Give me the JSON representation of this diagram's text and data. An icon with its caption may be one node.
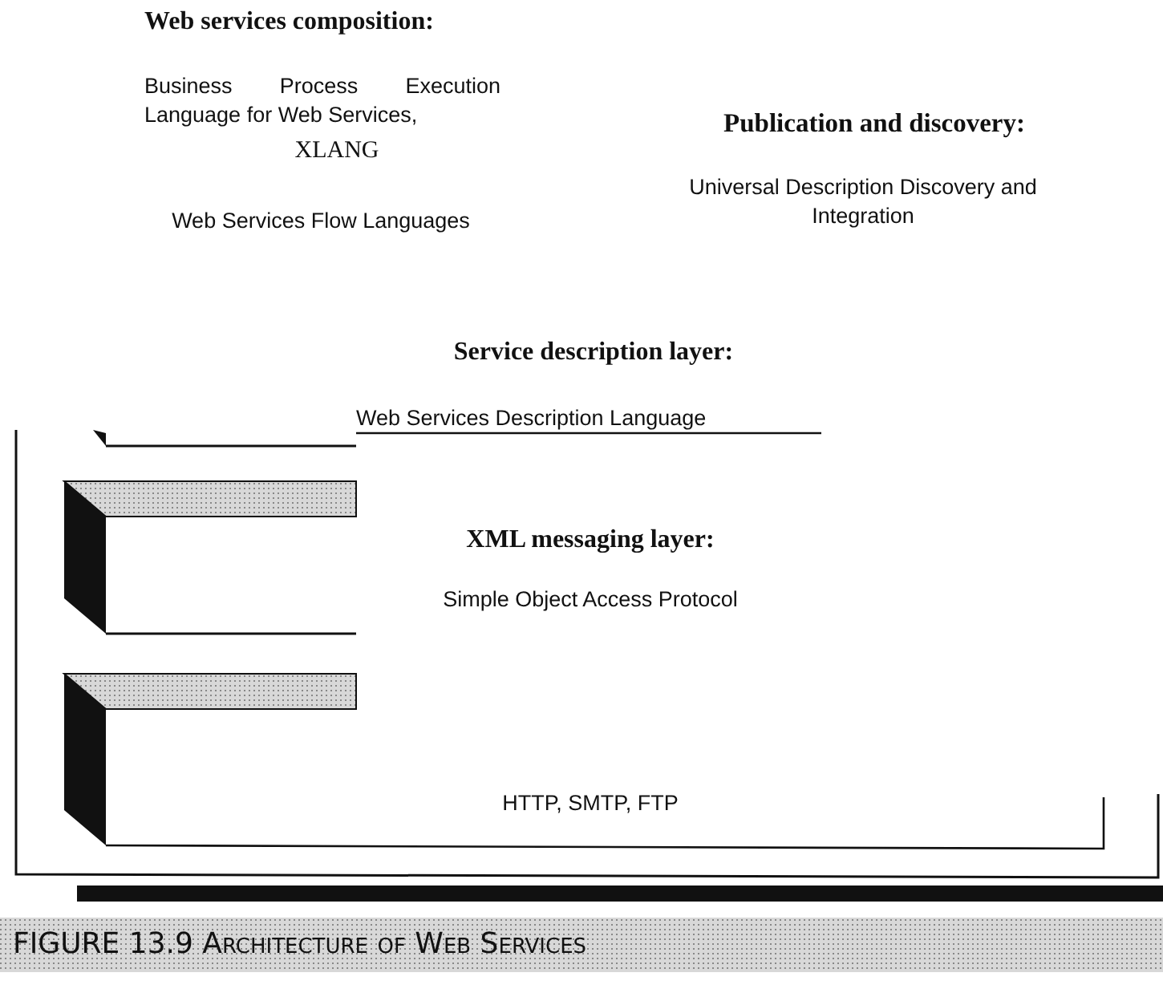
{
  "diagram": {
    "caption": "FIGURE 13.9 Architecture of Web Services",
    "nodes": [
      {
        "text": [
          "XML messaging layer:",
          "Simple Object Access Protocol"
        ]
      },
      {
        "text": [
          "HTTP, SMTP, FTP"
        ]
      }
    ],
    "edges": [],
    "labels": [
      "Web services composition:",
      "Business Process Execution Language for Web Services,",
      "XLANG",
      "Web Services Flow Languages",
      "Publication and discovery:",
      "Universal Description Discovery and Integration",
      "Service description layer:",
      "Web Services Description Language"
    ]
  }
}
